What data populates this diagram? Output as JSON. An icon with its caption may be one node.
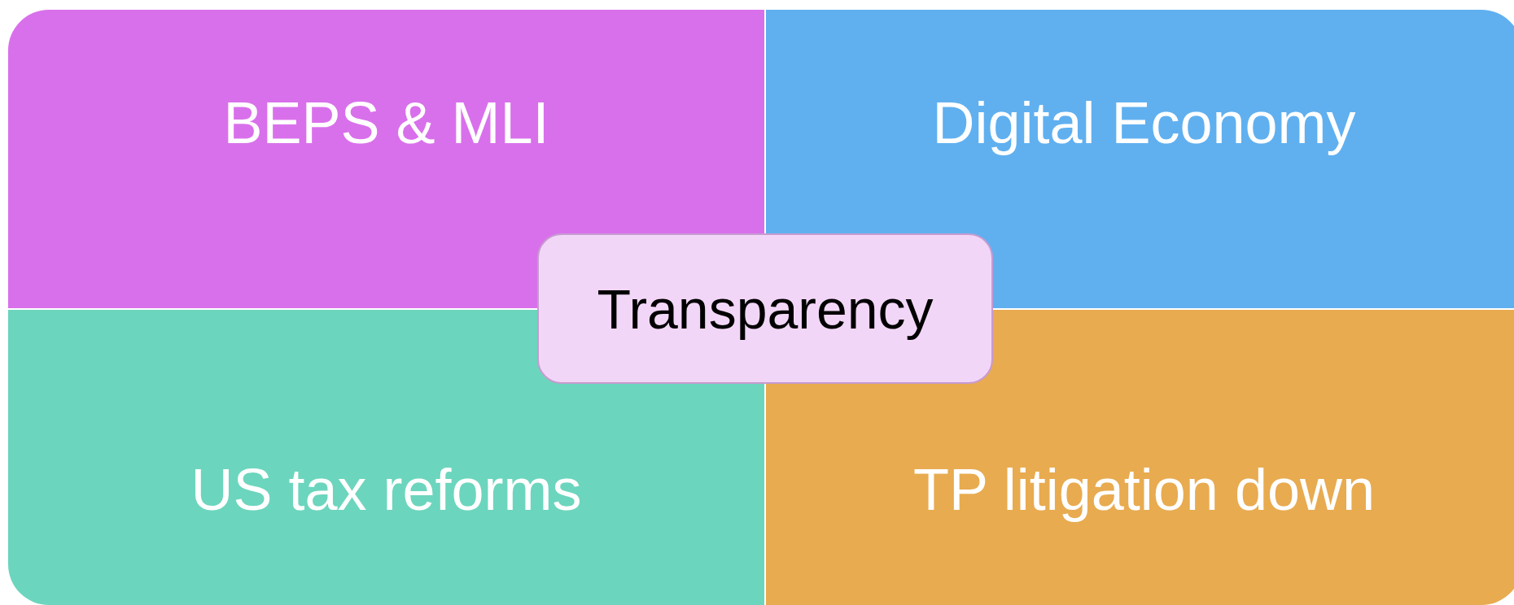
{
  "diagram": {
    "nodes": [
      {
        "text": [
          "BEPS & MLI"
        ]
      },
      {
        "text": [
          "Digital Economy"
        ]
      },
      {
        "text": [
          "US tax reforms"
        ]
      },
      {
        "text": [
          "TP litigation down"
        ]
      },
      {
        "text": [
          "Transparency"
        ]
      }
    ]
  }
}
